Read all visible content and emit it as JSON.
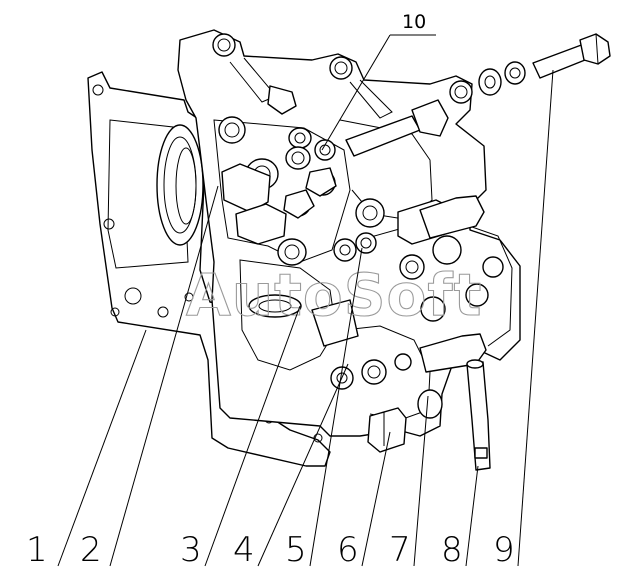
{
  "diagram": {
    "callouts": [
      "1",
      "2",
      "3",
      "4",
      "5",
      "6",
      "7",
      "8",
      "9"
    ],
    "top_callout": "10"
  },
  "watermark": {
    "text": "AutoSoft"
  }
}
